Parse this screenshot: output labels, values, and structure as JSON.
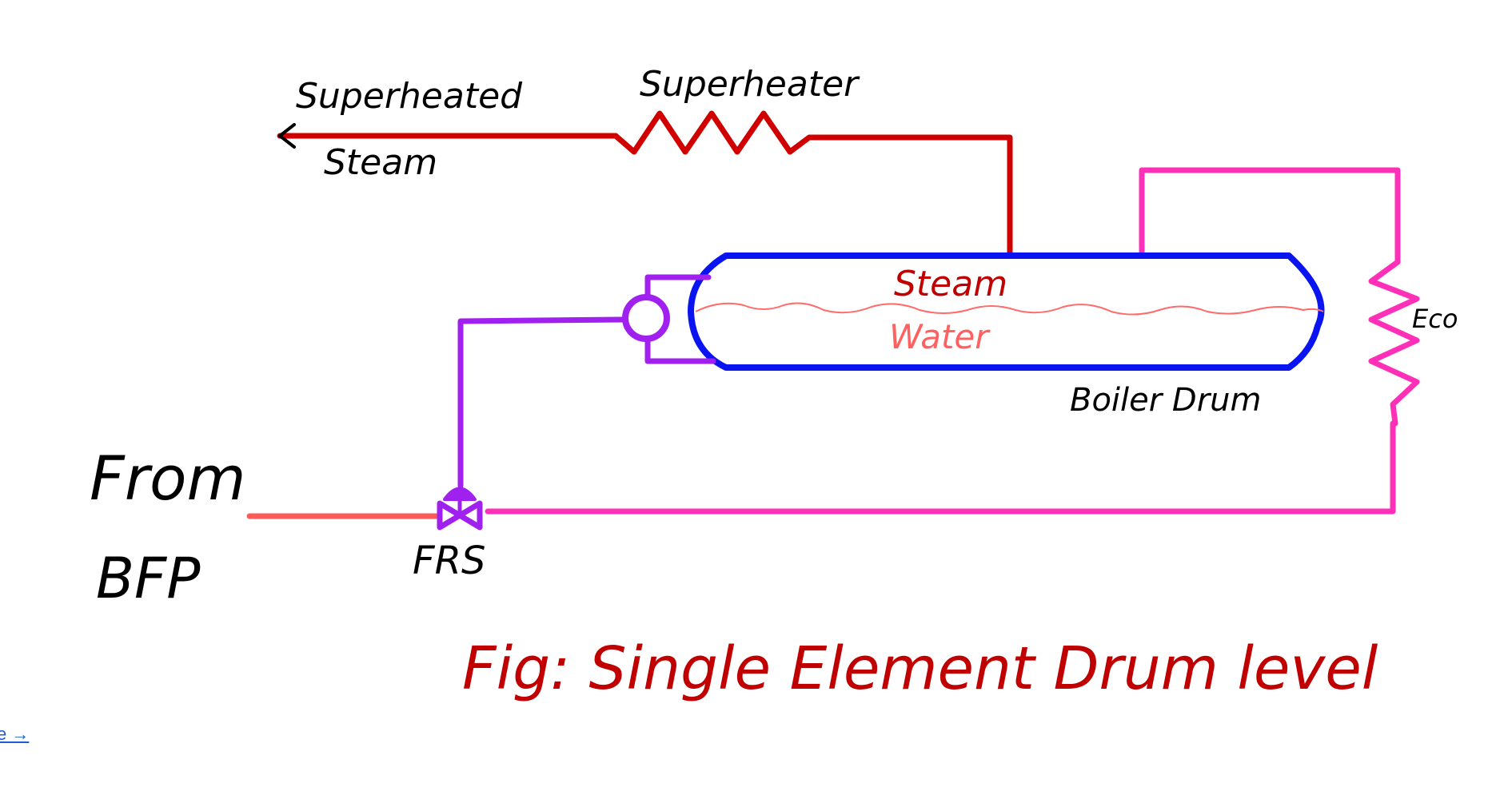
{
  "labels": {
    "superheated": "Superheated",
    "steam_out": "Steam",
    "superheater": "Superheater",
    "drum_steam": "Steam",
    "drum_water": "Water",
    "boiler_drum": "Boiler Drum",
    "eco": "Eco",
    "from": "From",
    "bfp": "BFP",
    "frs": "FRS",
    "caption": "Fig: Single Element Drum level"
  },
  "link": {
    "text": "e →"
  },
  "colors": {
    "steam_line": "#d00000",
    "drum": "#0a14f0",
    "eco_line": "#ff2fb8",
    "control_line": "#a020f0",
    "bfp_line": "#ff5a5a",
    "water_surface": "#ff6a6a",
    "caption": "#c00000"
  }
}
